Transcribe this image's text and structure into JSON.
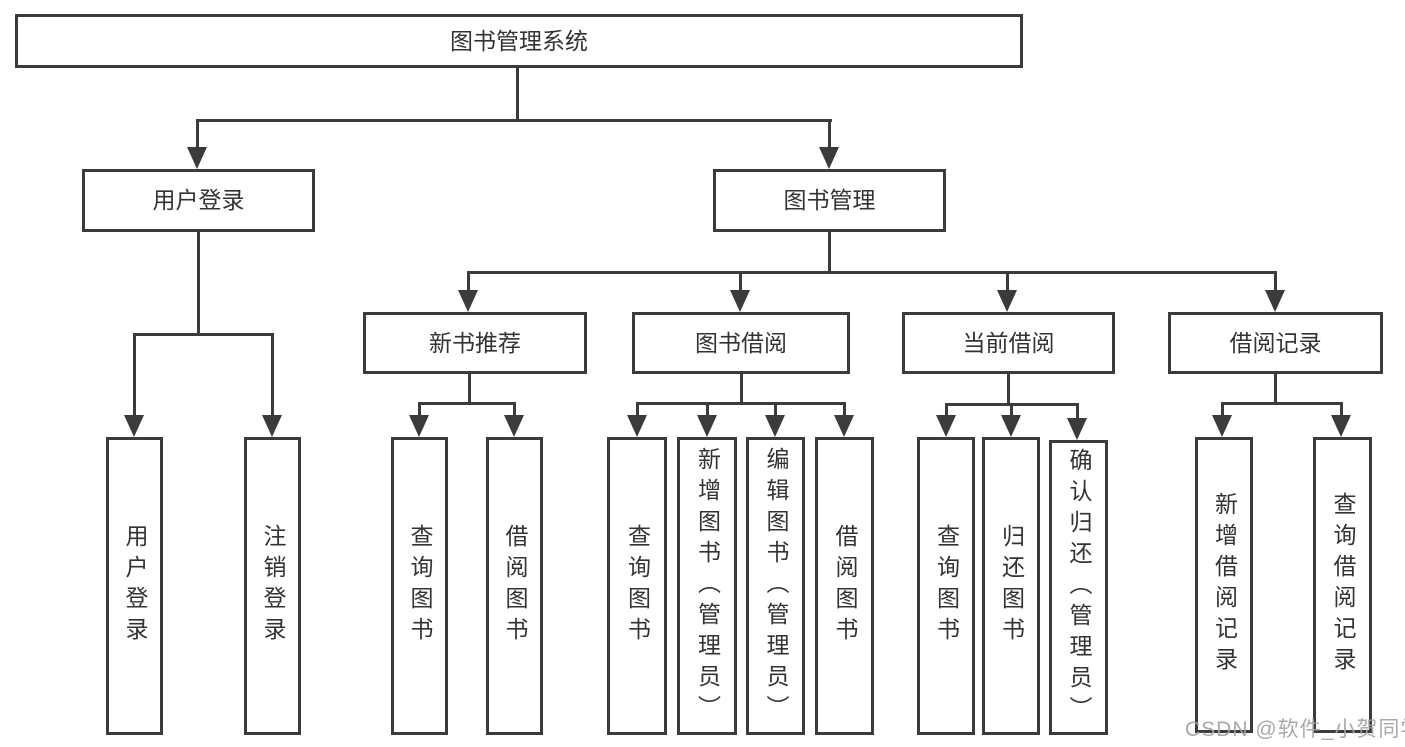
{
  "tree": {
    "label": "图书管理系统",
    "children": [
      {
        "label": "用户登录",
        "children": [
          {
            "label": "用户登录"
          },
          {
            "label": "注销登录"
          }
        ]
      },
      {
        "label": "图书管理",
        "children": [
          {
            "label": "新书推荐",
            "children": [
              {
                "label": "查询图书"
              },
              {
                "label": "借阅图书"
              }
            ]
          },
          {
            "label": "图书借阅",
            "children": [
              {
                "label": "查询图书"
              },
              {
                "label": "新增图书（管理员）"
              },
              {
                "label": "编辑图书（管理员）"
              },
              {
                "label": "借阅图书"
              }
            ]
          },
          {
            "label": "当前借阅",
            "children": [
              {
                "label": "查询图书"
              },
              {
                "label": "归还图书"
              },
              {
                "label": "确认归还（管理员）"
              }
            ]
          },
          {
            "label": "借阅记录",
            "children": [
              {
                "label": "新增借阅记录"
              },
              {
                "label": "查询借阅记录"
              }
            ]
          }
        ]
      }
    ]
  },
  "watermark": {
    "text": "CSDN @软件_小贺同学"
  },
  "colors": {
    "line": "#3b3b3b",
    "text": "#333333",
    "watermark": "#a2a2a2",
    "background": "#ffffff"
  }
}
